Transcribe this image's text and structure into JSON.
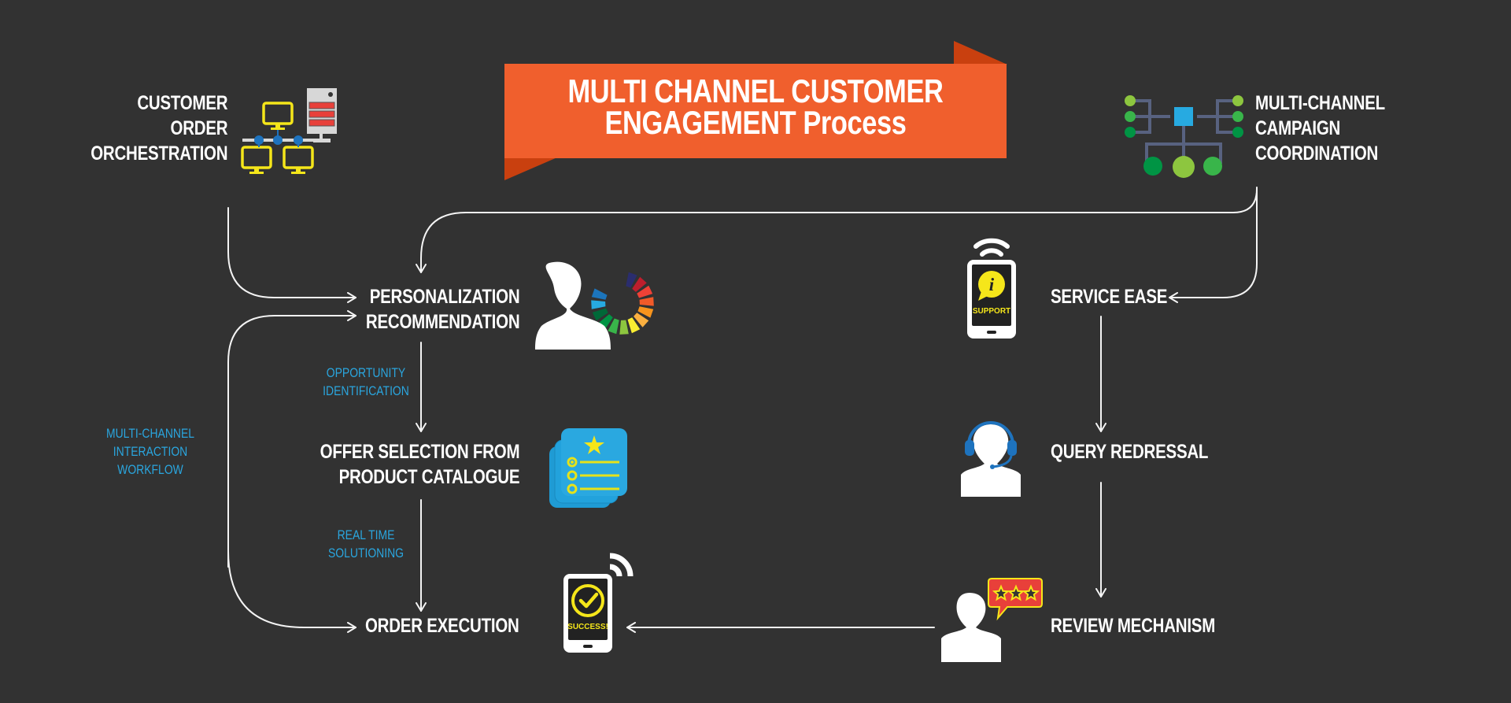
{
  "title": {
    "line1": "MULTI CHANNEL CUSTOMER",
    "line2": "ENGAGEMENT Process"
  },
  "colors": {
    "background": "#323232",
    "banner": "#f05f2d",
    "banner_fold": "#c9400f",
    "accent_blue": "#2aa6df",
    "text": "#ffffff",
    "connector": "#f4f4f4",
    "icon_yellow": "#f5e61a",
    "icon_red": "#e8403a"
  },
  "nodes": {
    "customer_order": {
      "lines": [
        "CUSTOMER",
        "ORDER",
        "ORCHESTRATION"
      ],
      "icon": "network-orchestration-icon"
    },
    "campaign": {
      "lines": [
        "MULTI-CHANNEL",
        "CAMPAIGN",
        "COORDINATION"
      ],
      "icon": "hierarchy-network-icon"
    },
    "personalization": {
      "lines": [
        "PERSONALIZATION",
        "RECOMMENDATION"
      ],
      "icon": "user-color-wheel-icon"
    },
    "offer": {
      "lines": [
        "OFFER SELECTION FROM",
        "PRODUCT CATALOGUE"
      ],
      "icon": "catalogue-list-icon"
    },
    "order_execution": {
      "lines": [
        "ORDER EXECUTION"
      ],
      "icon": "mobile-success-icon",
      "screen_text": "SUCCESS!"
    },
    "service_ease": {
      "lines": [
        "SERVICE EASE"
      ],
      "icon": "mobile-support-icon",
      "screen_text": "SUPPORT"
    },
    "query": {
      "lines": [
        "QUERY REDRESSAL"
      ],
      "icon": "headset-agent-icon"
    },
    "review": {
      "lines": [
        "REVIEW MECHANISM"
      ],
      "icon": "user-rating-icon",
      "stars": 3
    }
  },
  "annotations": {
    "opportunity": [
      "OPPORTUNITY",
      "IDENTIFICATION"
    ],
    "realtime": [
      "REAL TIME",
      "SOLUTIONING"
    ],
    "workflow": [
      "MULTI-CHANNEL",
      "INTERACTION",
      "WORKFLOW"
    ]
  },
  "flow": [
    {
      "from": "CUSTOMER ORDER ORCHESTRATION",
      "to": "PERSONALIZATION RECOMMENDATION"
    },
    {
      "from": "MULTI-CHANNEL CAMPAIGN COORDINATION",
      "to": "PERSONALIZATION RECOMMENDATION"
    },
    {
      "from": "MULTI-CHANNEL CAMPAIGN COORDINATION",
      "to": "SERVICE EASE"
    },
    {
      "from": "PERSONALIZATION RECOMMENDATION",
      "to": "OFFER SELECTION FROM PRODUCT CATALOGUE",
      "label": "OPPORTUNITY IDENTIFICATION"
    },
    {
      "from": "OFFER SELECTION FROM PRODUCT CATALOGUE",
      "to": "ORDER EXECUTION",
      "label": "REAL TIME SOLUTIONING"
    },
    {
      "from": "ORDER EXECUTION",
      "to": "PERSONALIZATION RECOMMENDATION",
      "label": "MULTI-CHANNEL INTERACTION WORKFLOW"
    },
    {
      "from": "SERVICE EASE",
      "to": "QUERY REDRESSAL"
    },
    {
      "from": "QUERY REDRESSAL",
      "to": "REVIEW MECHANISM"
    },
    {
      "from": "REVIEW MECHANISM",
      "to": "ORDER EXECUTION"
    }
  ]
}
